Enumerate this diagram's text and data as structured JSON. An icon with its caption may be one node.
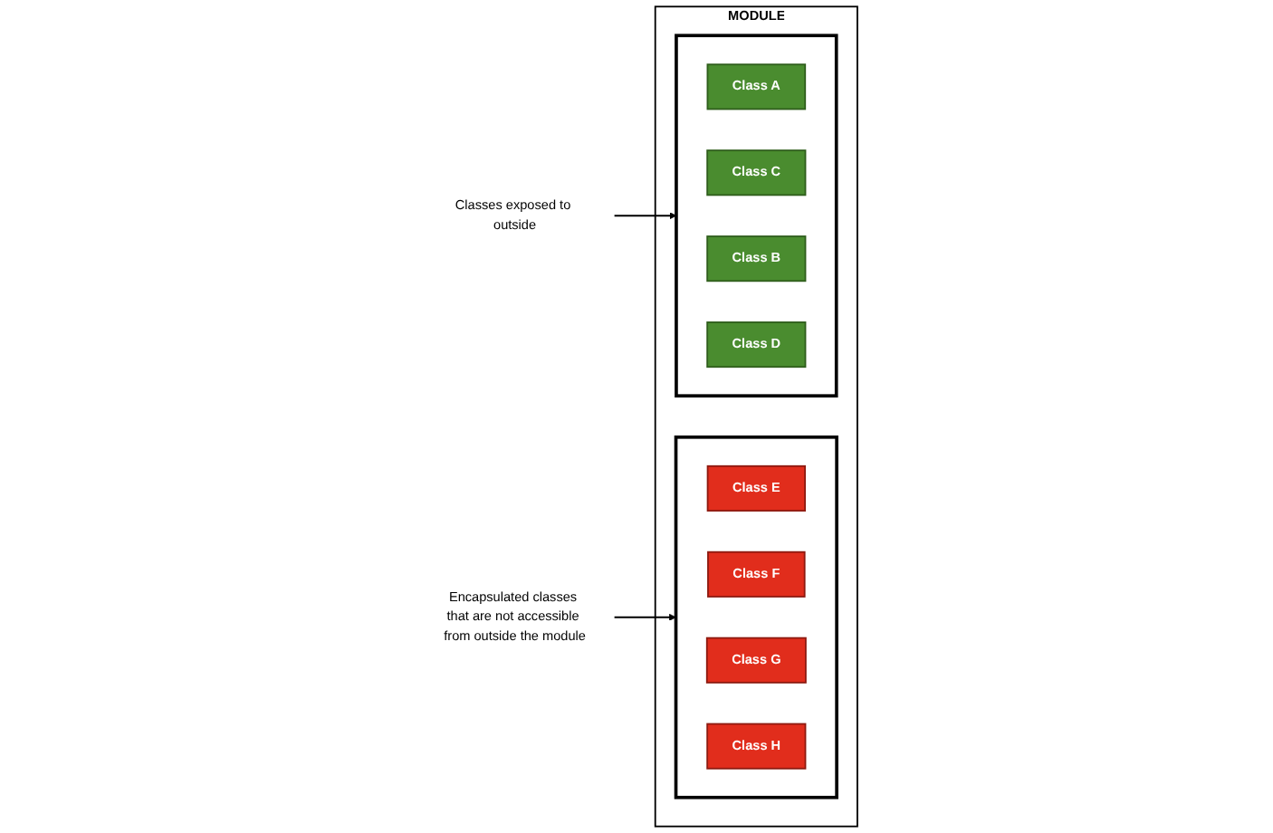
{
  "diagram": {
    "nodes": [
      {
        "text": [
          "MODULE"
        ]
      },
      {
        "text": [],
        "shape": "box",
        "in": 0
      },
      {
        "text": [
          "Class A"
        ],
        "in": 1
      },
      {
        "text": [
          "Class C"
        ],
        "in": 1
      },
      {
        "text": [
          "Class B"
        ],
        "in": 1
      },
      {
        "text": [
          "Class D"
        ],
        "in": 1
      },
      {
        "text": [],
        "shape": "box",
        "in": 0
      },
      {
        "text": [
          "Class E"
        ],
        "in": 6
      },
      {
        "text": [
          "Class F"
        ],
        "in": 6
      },
      {
        "text": [
          "Class G"
        ],
        "in": 6
      },
      {
        "text": [
          "Class H"
        ],
        "in": 6
      },
      {
        "text": [
          "Classes exposed to outside"
        ]
      },
      {
        "text": [
          "Encapsulated classes that are not accessible from outside the module"
        ]
      }
    ],
    "edges": [
      {
        "from": 11,
        "to": 1,
        "arrow": "to"
      },
      {
        "from": 12,
        "to": 6,
        "arrow": "to"
      }
    ]
  }
}
